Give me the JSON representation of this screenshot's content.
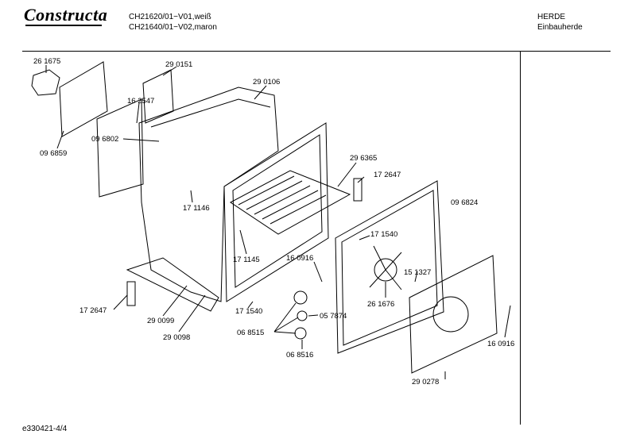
{
  "header": {
    "brand": "Constructa",
    "model_line_1": "CH21620/01−V01,weiß",
    "model_line_2": "CH21640/01−V02,maron",
    "category_1": "HERDE",
    "category_2": "Einbauherde"
  },
  "footer": {
    "page_ref": "e330421-4/4"
  },
  "parts": [
    "26 1675",
    "29 0151",
    "29 0106",
    "16 2547",
    "09 6802",
    "09 6859",
    "29 6365",
    "17 2647",
    "09 6824",
    "17 1146",
    "17 1540",
    "17 1145",
    "16 0916",
    "15 1327",
    "26 1676",
    "05 7874",
    "06 8515",
    "06 8516",
    "17 2647",
    "29 0099",
    "29 0098",
    "17 1540",
    "16 0916",
    "29 0278"
  ]
}
